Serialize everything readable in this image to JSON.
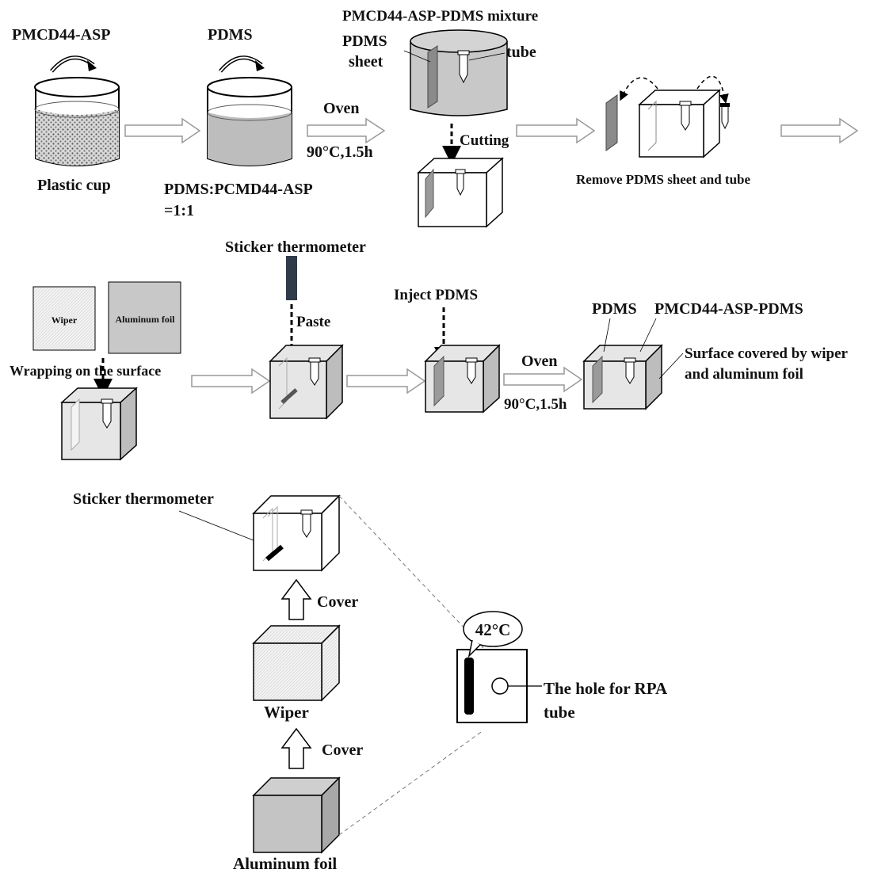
{
  "colors": {
    "stroke": "#000000",
    "pdms_fill": "#c8c8c8",
    "box_fill": "#e8e8e8",
    "sheet_fill": "#8a8a8a",
    "thermometer": "#2f3a4a",
    "arrow_outline": "#a0a0a0"
  },
  "row1": {
    "cup1_reagent": "PMCD44-ASP",
    "cup1_label": "Plastic cup",
    "cup2_reagent": "PDMS",
    "ratio_line1": "PDMS:PCMD44-ASP",
    "ratio_line2": "=1:1",
    "oven": "Oven",
    "oven_cond": "90°C,1.5h",
    "mixture_title": "PMCD44-ASP-PDMS mixture",
    "pdms_sheet_line1": "PDMS",
    "pdms_sheet_line2": "sheet",
    "tube": "tube",
    "cutting": "Cutting",
    "remove": "Remove PDMS sheet and tube"
  },
  "row2": {
    "wiper": "Wiper",
    "aluminum_foil": "Aluminum foil",
    "wrapping": "Wrapping on the surface",
    "sticker_thermometer": "Sticker thermometer",
    "paste": "Paste",
    "inject": "Inject PDMS",
    "oven": "Oven",
    "oven_cond": "90°C,1.5h",
    "pdms": "PDMS",
    "mixture": "PMCD44-ASP-PDMS",
    "surface_line1": "Surface covered by wiper",
    "surface_line2": "and aluminum foil"
  },
  "row3": {
    "sticker_thermometer": "Sticker thermometer",
    "cover1": "Cover",
    "wiper": "Wiper",
    "cover2": "Cover",
    "aluminum_foil": "Aluminum foil",
    "temperature": "42°C",
    "hole_line1": "The hole for RPA",
    "hole_line2": "tube"
  }
}
